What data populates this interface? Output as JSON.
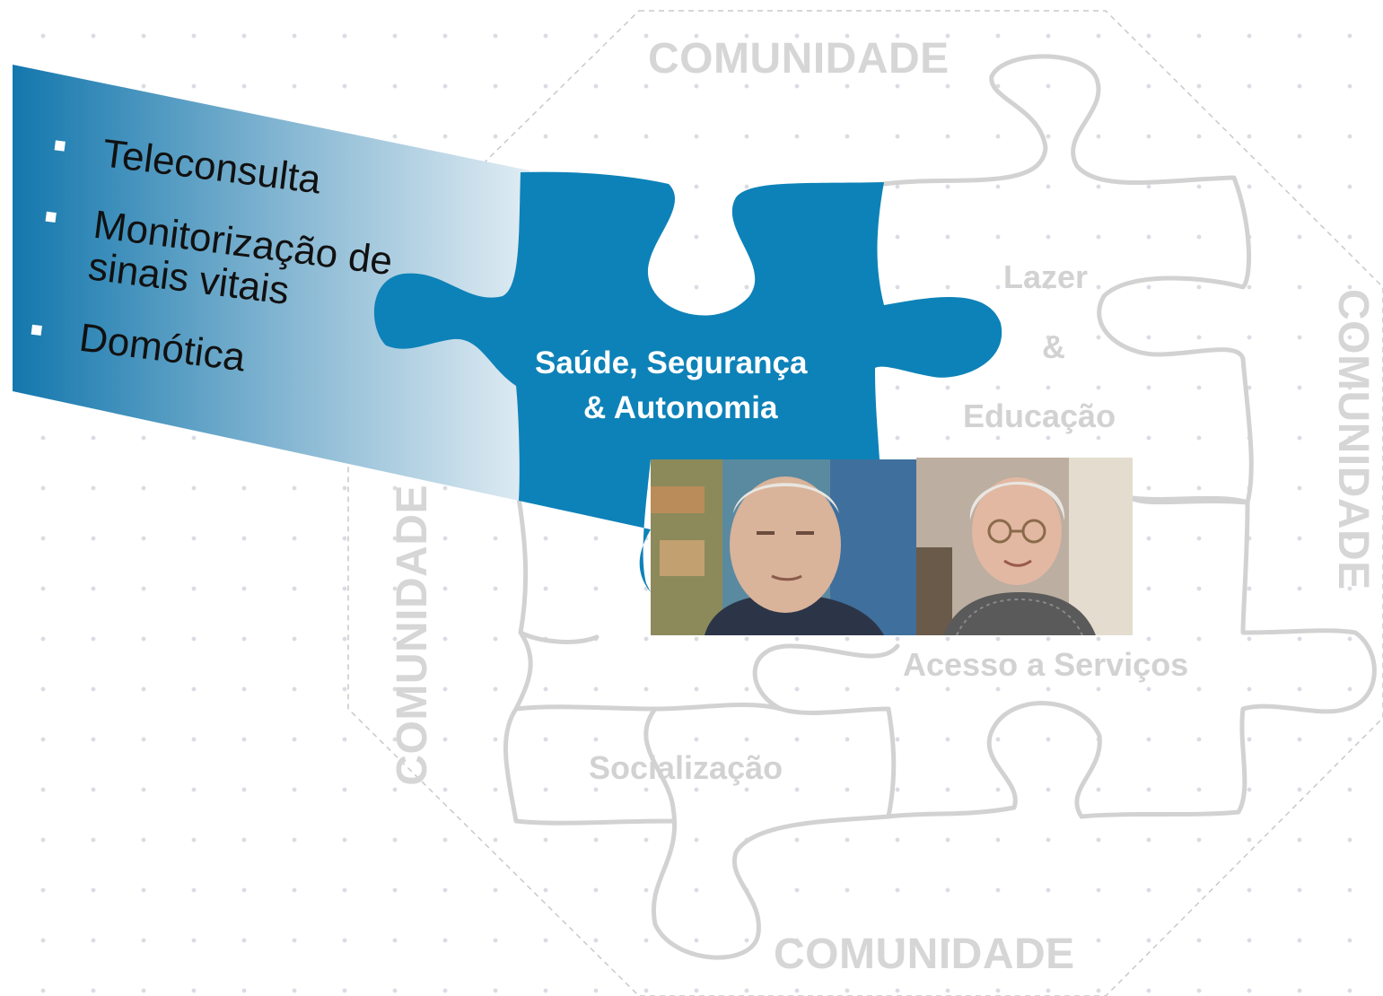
{
  "frame": {
    "top_label": "COMUNIDADE",
    "bottom_label": "COMUNIDADE",
    "left_label": "COMUNIDADE",
    "right_label": "COMUNIDADE"
  },
  "pieces": {
    "highlight": {
      "line1": "Saúde, Segurança",
      "line2": "& Autonomia"
    },
    "top_right": {
      "line1": "Lazer",
      "line2": "&",
      "line3": "Educação"
    },
    "bottom_right": {
      "label": "Acesso a Serviços"
    },
    "bottom_left": {
      "label": "Socialização"
    }
  },
  "banner": {
    "items": [
      "Teleconsulta",
      "Monitorização de sinais vitais",
      "Domótica"
    ]
  },
  "colors": {
    "accent": "#0d82b8",
    "outline": "#d2d2d2",
    "gray_text": "#d2d2d2"
  },
  "icons": [
    "bullet-square-icon"
  ]
}
